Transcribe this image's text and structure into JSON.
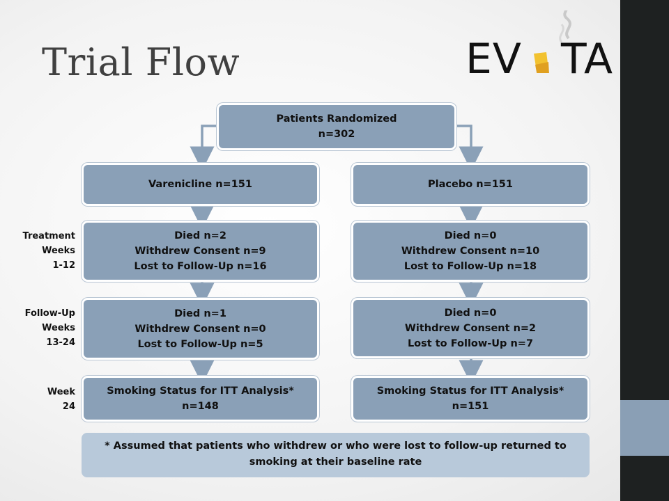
{
  "title": "Trial Flow",
  "logo": {
    "text_left": "EV",
    "text_right": "TA"
  },
  "colors": {
    "box": "#8aa0b7",
    "note": "#b8c9da",
    "arrow": "#8aa0b7",
    "sidebar": "#1e2121",
    "sidebar_accent": "#8a9fb5"
  },
  "top_box": {
    "line1": "Patients Randomized",
    "line2": "n=302"
  },
  "arms": {
    "left": {
      "label": "Varenicline n=151"
    },
    "right": {
      "label": "Placebo n=151"
    }
  },
  "treatment": {
    "left": {
      "died": "Died n=2",
      "withdrew": "Withdrew Consent n=9",
      "lost": "Lost to Follow-Up n=16"
    },
    "right": {
      "died": "Died n=0",
      "withdrew": "Withdrew Consent n=10",
      "lost": "Lost to Follow-Up n=18"
    }
  },
  "followup": {
    "left": {
      "died": "Died n=1",
      "withdrew": "Withdrew Consent n=0",
      "lost": "Lost to Follow-Up n=5"
    },
    "right": {
      "died": "Died n=0",
      "withdrew": "Withdrew Consent n=2",
      "lost": "Lost to Follow-Up n=7"
    }
  },
  "itt": {
    "left": {
      "line1": "Smoking Status for ITT Analysis*",
      "line2": "n=148"
    },
    "right": {
      "line1": "Smoking Status for ITT Analysis*",
      "line2": "n=151"
    }
  },
  "side_labels": {
    "treatment": [
      "Treatment",
      "Weeks",
      "1-12"
    ],
    "followup": [
      "Follow-Up",
      "Weeks",
      "13-24"
    ],
    "week": [
      "Week",
      "24"
    ]
  },
  "footnote": "* Assumed that patients who withdrew or who were lost to follow-up returned to smoking at their baseline rate"
}
